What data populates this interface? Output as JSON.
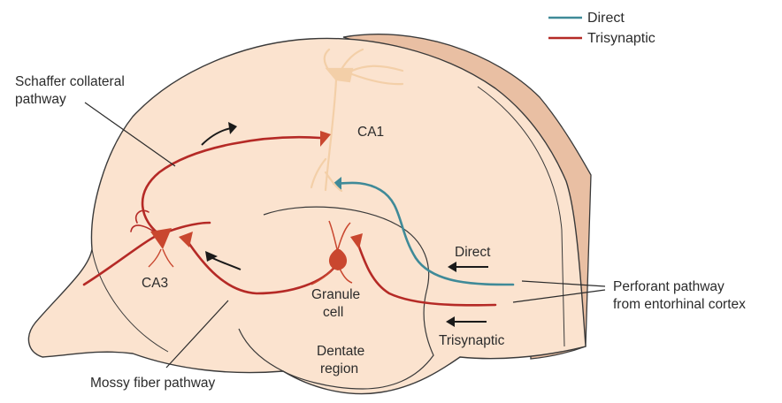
{
  "colors": {
    "tissue": "#fbe3cf",
    "tissue_dark": "#e9bfa3",
    "outline": "#3a3a3a",
    "trisynaptic": "#b52a26",
    "direct": "#3f8a98",
    "neuron_pale": "#f3cfa8",
    "neuron_red": "#c9472f"
  },
  "legend": {
    "direct": "Direct",
    "trisynaptic": "Trisynaptic"
  },
  "labels": {
    "schaffer_line1": "Schaffer collateral",
    "schaffer_line2": "pathway",
    "ca1": "CA1",
    "ca3": "CA3",
    "granule_line1": "Granule",
    "granule_line2": "cell",
    "dentate_line1": "Dentate",
    "dentate_line2": "region",
    "mossy": "Mossy fiber pathway",
    "direct_arrow": "Direct",
    "trisynaptic_arrow": "Trisynaptic",
    "perforant_line1": "Perforant pathway",
    "perforant_line2": "from entorhinal cortex"
  }
}
